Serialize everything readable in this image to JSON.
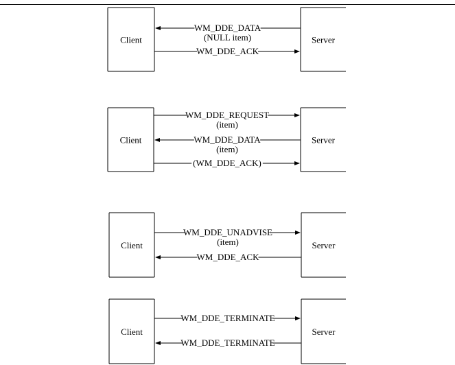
{
  "diagrams": [
    {
      "client": "Client",
      "server": "Server",
      "messages": [
        {
          "direction": "left",
          "text": "WM_DDE_DATA",
          "sub": "(NULL item)"
        },
        {
          "direction": "right",
          "text": "WM_DDE_ACK",
          "sub": ""
        }
      ]
    },
    {
      "client": "Client",
      "server": "Server",
      "messages": [
        {
          "direction": "right",
          "text": "WM_DDE_REQUEST",
          "sub": "(item)"
        },
        {
          "direction": "left",
          "text": "WM_DDE_DATA",
          "sub": "(item)"
        },
        {
          "direction": "right",
          "text": "(WM_DDE_ACK)",
          "sub": ""
        }
      ]
    },
    {
      "client": "Client",
      "server": "Server",
      "messages": [
        {
          "direction": "right",
          "text": "WM_DDE_UNADVISE",
          "sub": "(item)"
        },
        {
          "direction": "left",
          "text": "WM_DDE_ACK",
          "sub": ""
        }
      ]
    },
    {
      "client": "Client",
      "server": "Server",
      "messages": [
        {
          "direction": "right",
          "text": "WM_DDE_TERMINATE",
          "sub": ""
        },
        {
          "direction": "left",
          "text": "WM_DDE_TERMINATE",
          "sub": ""
        }
      ]
    }
  ]
}
